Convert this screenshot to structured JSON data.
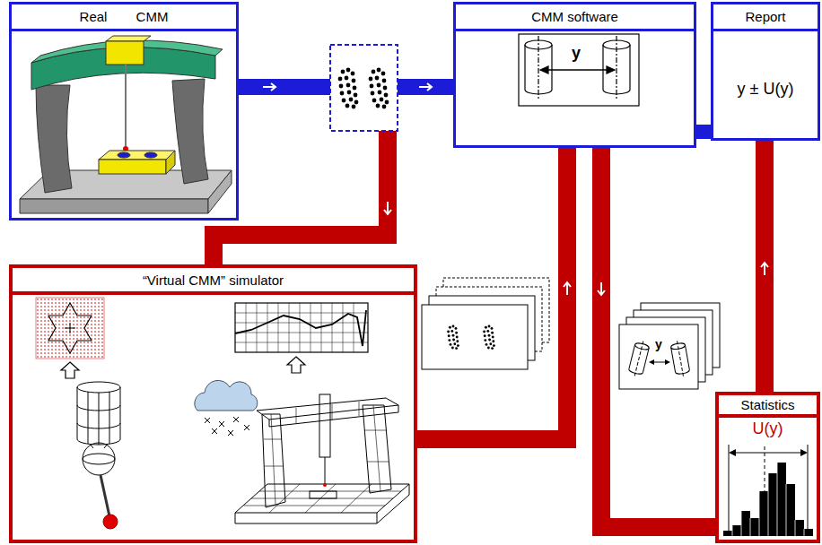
{
  "diagram": {
    "nodes": [
      {
        "text": [
          "Real CMM"
        ]
      },
      {
        "text": [
          "CMM software"
        ]
      },
      {
        "text": [
          "Report",
          "y ± U(y)"
        ]
      },
      {
        "text": [
          "“Virtual CMM” simulator"
        ]
      },
      {
        "text": [
          "Statistics",
          "U(y)"
        ]
      }
    ],
    "edges": [
      {
        "from": 0,
        "to": 1,
        "arrow": "to"
      },
      {
        "from": 1,
        "to": 2,
        "arrow": "none"
      },
      {
        "from": 3,
        "to": 1,
        "arrow": "to"
      },
      {
        "from": 1,
        "to": 4,
        "arrow": "to"
      },
      {
        "from": 4,
        "to": 2,
        "arrow": "to"
      }
    ],
    "labels": [
      "y",
      "y"
    ]
  }
}
